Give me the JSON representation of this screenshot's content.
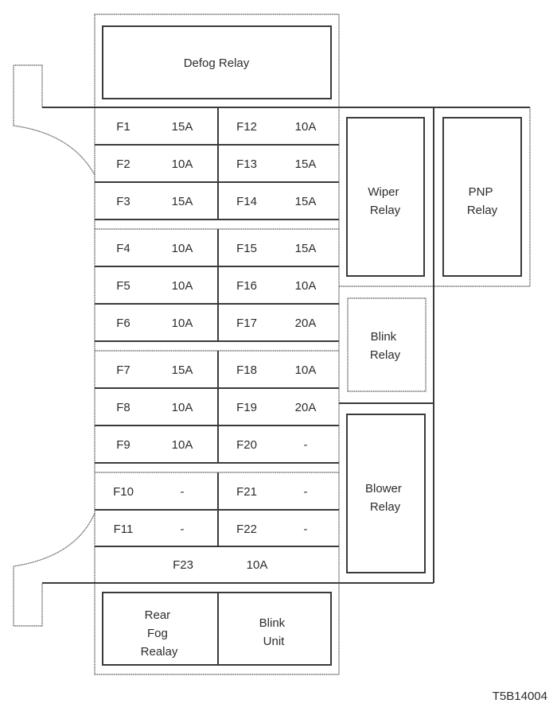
{
  "diagram": {
    "type": "fuse-relay-box-layout",
    "figure_code": "T5B14004",
    "colors": {
      "line": "#3a3a3a",
      "text": "#2c2c2c",
      "background": "#ffffff"
    },
    "relays": {
      "defog": "Defog Relay",
      "wiper": [
        "Wiper",
        "Relay"
      ],
      "pnp": [
        "PNP",
        "Relay"
      ],
      "blink": [
        "Blink",
        "Relay"
      ],
      "blower": [
        "Blower",
        "Relay"
      ],
      "rear_fog": [
        "Rear",
        "Fog",
        "Realay"
      ],
      "blink_unit": [
        "Blink",
        "Unit"
      ]
    },
    "fuse_groups": [
      {
        "left": [
          {
            "id": "F1",
            "rating": "15A"
          },
          {
            "id": "F2",
            "rating": "10A"
          },
          {
            "id": "F3",
            "rating": "15A"
          }
        ],
        "right": [
          {
            "id": "F12",
            "rating": "10A"
          },
          {
            "id": "F13",
            "rating": "15A"
          },
          {
            "id": "F14",
            "rating": "15A"
          }
        ]
      },
      {
        "left": [
          {
            "id": "F4",
            "rating": "10A"
          },
          {
            "id": "F5",
            "rating": "10A"
          },
          {
            "id": "F6",
            "rating": "10A"
          }
        ],
        "right": [
          {
            "id": "F15",
            "rating": "15A"
          },
          {
            "id": "F16",
            "rating": "10A"
          },
          {
            "id": "F17",
            "rating": "20A"
          }
        ]
      },
      {
        "left": [
          {
            "id": "F7",
            "rating": "15A"
          },
          {
            "id": "F8",
            "rating": "10A"
          },
          {
            "id": "F9",
            "rating": "10A"
          }
        ],
        "right": [
          {
            "id": "F18",
            "rating": "10A"
          },
          {
            "id": "F19",
            "rating": "20A"
          },
          {
            "id": "F20",
            "rating": "-"
          }
        ]
      },
      {
        "left": [
          {
            "id": "F10",
            "rating": "-"
          },
          {
            "id": "F11",
            "rating": "-"
          }
        ],
        "right": [
          {
            "id": "F21",
            "rating": "-"
          },
          {
            "id": "F22",
            "rating": "-"
          }
        ]
      }
    ],
    "wide_fuse": {
      "id": "F23",
      "rating": "10A"
    }
  }
}
